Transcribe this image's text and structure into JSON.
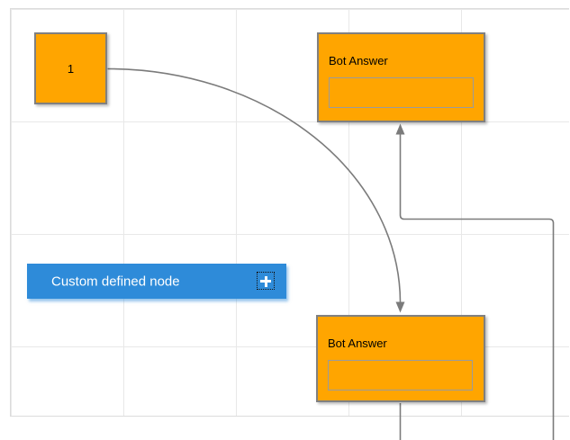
{
  "canvas": {
    "background_color": "#ffffff",
    "grid_line_color": "#e8e8e8",
    "page_border_color": "#dcdcdc"
  },
  "nodes": {
    "start": {
      "label": "1",
      "fill": "#ffa500",
      "border_color": "#808080",
      "text_color": "#000000"
    },
    "bot_answer_top": {
      "title": "Bot Answer",
      "fill": "#ffa500",
      "border_color": "#808080",
      "input_value": ""
    },
    "bot_answer_bottom": {
      "title": "Bot Answer",
      "fill": "#ffa500",
      "border_color": "#808080",
      "input_value": ""
    },
    "custom": {
      "label": "Custom defined node",
      "fill": "#2e8bd9",
      "text_color": "#ffffff",
      "icon": "plus-icon"
    }
  },
  "connectors": {
    "color": "#7b7b7b",
    "items": [
      {
        "name": "curve-start-to-bottom-bot-answer",
        "arrow": "down"
      },
      {
        "name": "elbow-into-top-bot-answer",
        "arrow": "up"
      },
      {
        "name": "stub-below-bottom-bot-answer",
        "arrow": "none"
      }
    ]
  }
}
